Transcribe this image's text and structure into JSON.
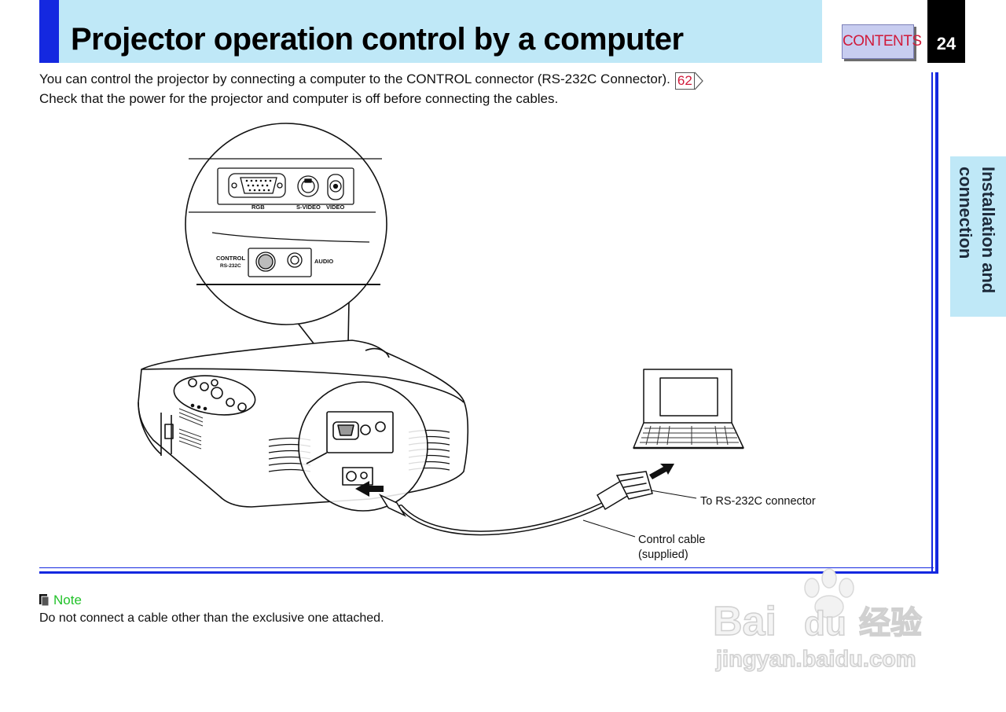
{
  "header": {
    "title": "Projector operation control by a computer",
    "contents_label": "CONTENTS",
    "page_number": "24"
  },
  "intro": {
    "line1": "You can control the projector by connecting a computer to the CONTROL connector (RS-232C Connector).",
    "page_ref": "62",
    "line2": "Check that the power for the projector and computer is off before connecting the cables."
  },
  "side_tab": {
    "label": "Installation and\nconnection"
  },
  "diagram": {
    "labels": {
      "rgb": "RGB",
      "svideo": "S-VIDEO",
      "video": "VIDEO",
      "control": "CONTROL",
      "rs232c": "RS-232C",
      "audio": "AUDIO"
    },
    "callouts": {
      "connector": "To RS-232C connector",
      "cable_line1": "Control cable",
      "cable_line2": "(supplied)"
    }
  },
  "note": {
    "heading": "Note",
    "text": "Do not connect a cable other than the exclusive one attached."
  },
  "watermark": {
    "brand": "Bai",
    "brand2": "du",
    "cn": "经验",
    "url": "jingyan.baidu.com"
  },
  "colors": {
    "accent_blue": "#1428e0",
    "header_bg": "#bfe8f7",
    "link_red": "#d01a3a",
    "note_green": "#22c22a"
  }
}
